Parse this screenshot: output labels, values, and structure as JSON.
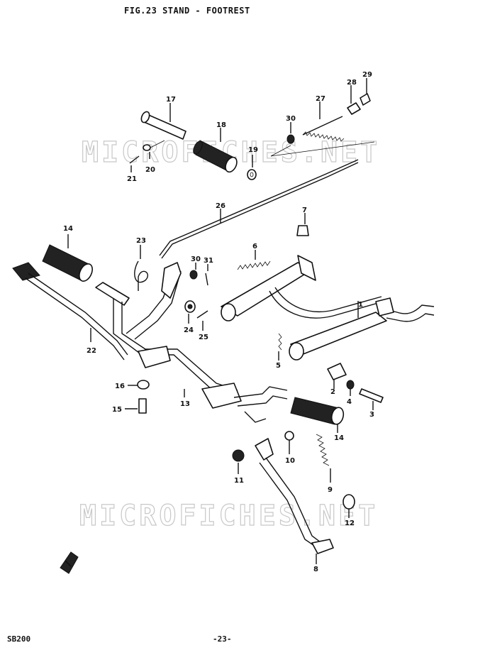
{
  "header": {
    "title": "FIG.23  STAND - FOOTREST"
  },
  "footer": {
    "model": "SB200",
    "page_number": "-23-"
  },
  "watermark": {
    "text": "MICROFICHES.NET"
  },
  "callouts": [
    "1",
    "2",
    "3",
    "4",
    "5",
    "6",
    "7",
    "8",
    "9",
    "10",
    "11",
    "12",
    "13",
    "14",
    "14",
    "15",
    "16",
    "17",
    "18",
    "19",
    "20",
    "21",
    "22",
    "23",
    "24",
    "25",
    "26",
    "27",
    "28",
    "29",
    "30",
    "30",
    "31"
  ]
}
